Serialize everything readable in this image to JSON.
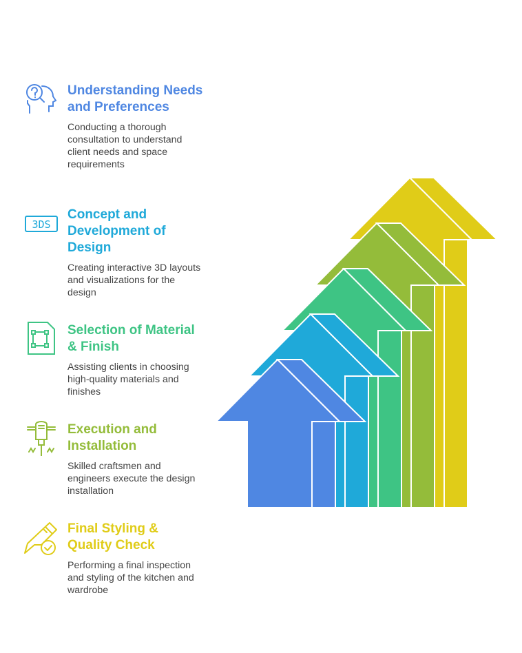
{
  "steps": [
    {
      "title": "Understanding Needs and Preferences",
      "description": "Conducting a thorough consultation to understand client needs and space requirements",
      "color": "#4F87E2",
      "icon": "head-question-icon"
    },
    {
      "title": "Concept and Development of Design",
      "description": "Creating interactive 3D layouts and visualizations for the design",
      "color": "#1FA9D9",
      "icon": "3ds-file-icon",
      "icon_text": "3DS"
    },
    {
      "title": "Selection of Material & Finish",
      "description": "Assisting clients in choosing high-quality materials and finishes",
      "color": "#3EC484",
      "icon": "material-sample-icon"
    },
    {
      "title": "Execution and Installation",
      "description": "Skilled craftsmen and engineers execute the design installation",
      "color": "#94BC3A",
      "icon": "jackhammer-icon"
    },
    {
      "title": "Final Styling & Quality Check",
      "description": "Performing a final inspection and styling of the kitchen and wardrobe",
      "color": "#E0CC18",
      "icon": "pencil-check-icon"
    }
  ]
}
